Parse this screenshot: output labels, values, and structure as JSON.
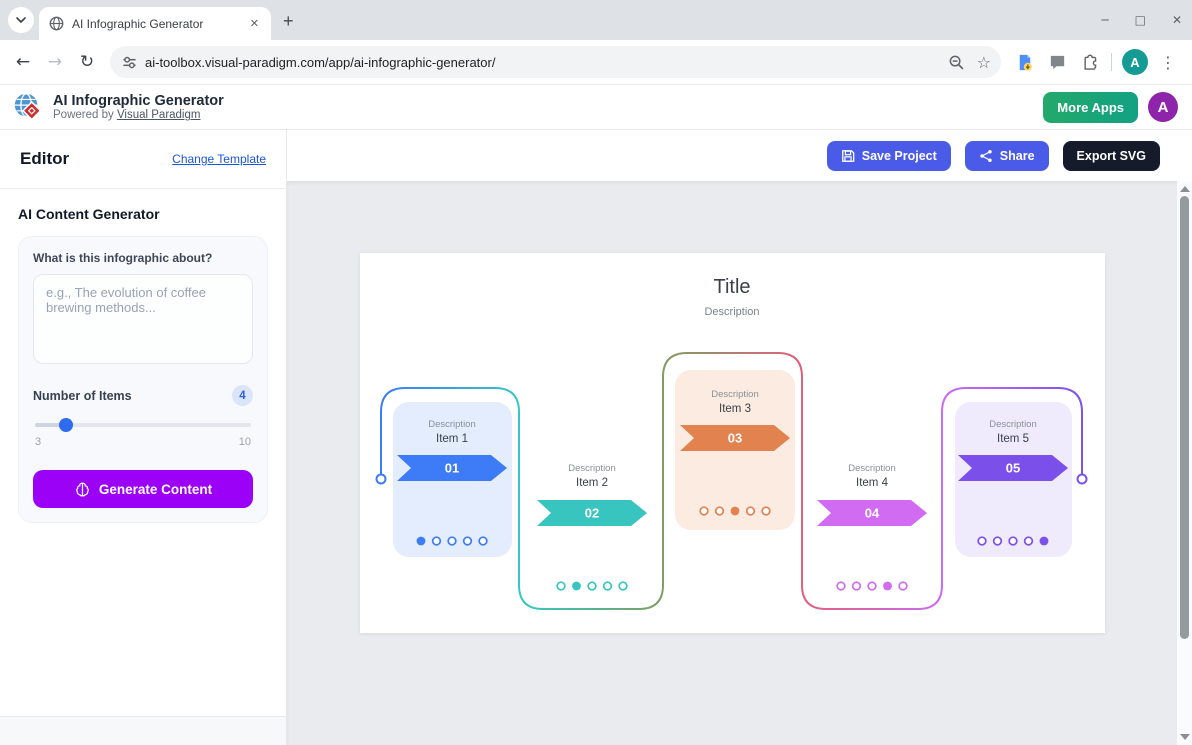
{
  "browser": {
    "tab_title": "AI Infographic Generator",
    "url": "ai-toolbox.visual-paradigm.com/app/ai-infographic-generator/",
    "profile_initial": "A"
  },
  "icons": {
    "minimize": "─",
    "maximize": "□",
    "close": "✕",
    "tab_close": "✕",
    "new_tab": "+",
    "back": "←",
    "forward": "→",
    "refresh": "↻",
    "star": "☆",
    "kebab": "⋮"
  },
  "header": {
    "app_title": "AI Infographic Generator",
    "powered_by_prefix": "Powered by ",
    "powered_by_link": "Visual Paradigm",
    "more_apps_label": "More Apps",
    "avatar_initial": "A"
  },
  "toolbar": {
    "save_label": "Save Project",
    "share_label": "Share",
    "export_label": "Export SVG"
  },
  "sidebar": {
    "title": "Editor",
    "change_template_label": "Change Template",
    "section_title": "AI Content Generator",
    "question_label": "What is this infographic about?",
    "textarea_placeholder": "e.g., The evolution of coffee brewing methods...",
    "textarea_value": "",
    "items_label": "Number of Items",
    "items_value": 4,
    "slider_min": 3,
    "slider_max": 10,
    "generate_label": "Generate Content"
  },
  "colors": {
    "primary_button": "#4a5be8",
    "dark_navy": "#161b2c",
    "generate_purple": "#9b00f7",
    "slider_blue": "#2f6bf0",
    "more_apps_green_1": "#23a96a",
    "more_apps_green_2": "#12a183",
    "header_avatar_purple": "#8e24aa"
  },
  "infographic": {
    "title": "Title",
    "description": "Description",
    "items": [
      {
        "description": "Description",
        "label": "Item 1",
        "number": "01",
        "color": "#3d7bf7",
        "bg": "#e4edfd"
      },
      {
        "description": "Description",
        "label": "Item 2",
        "number": "02",
        "color": "#38c4bf",
        "bg": null
      },
      {
        "description": "Description",
        "label": "Item 3",
        "number": "03",
        "color": "#e2824e",
        "bg": "#fbebe0"
      },
      {
        "description": "Description",
        "label": "Item 4",
        "number": "04",
        "color": "#d16bf2",
        "bg": null
      },
      {
        "description": "Description",
        "label": "Item 5",
        "number": "05",
        "color": "#7b4fea",
        "bg": "#efeafc"
      }
    ],
    "connector_colors": [
      "#3d7bf7",
      "#35c8c4",
      "#7e9e63",
      "#e0607c",
      "#cc6bf2",
      "#7b52ee"
    ]
  }
}
